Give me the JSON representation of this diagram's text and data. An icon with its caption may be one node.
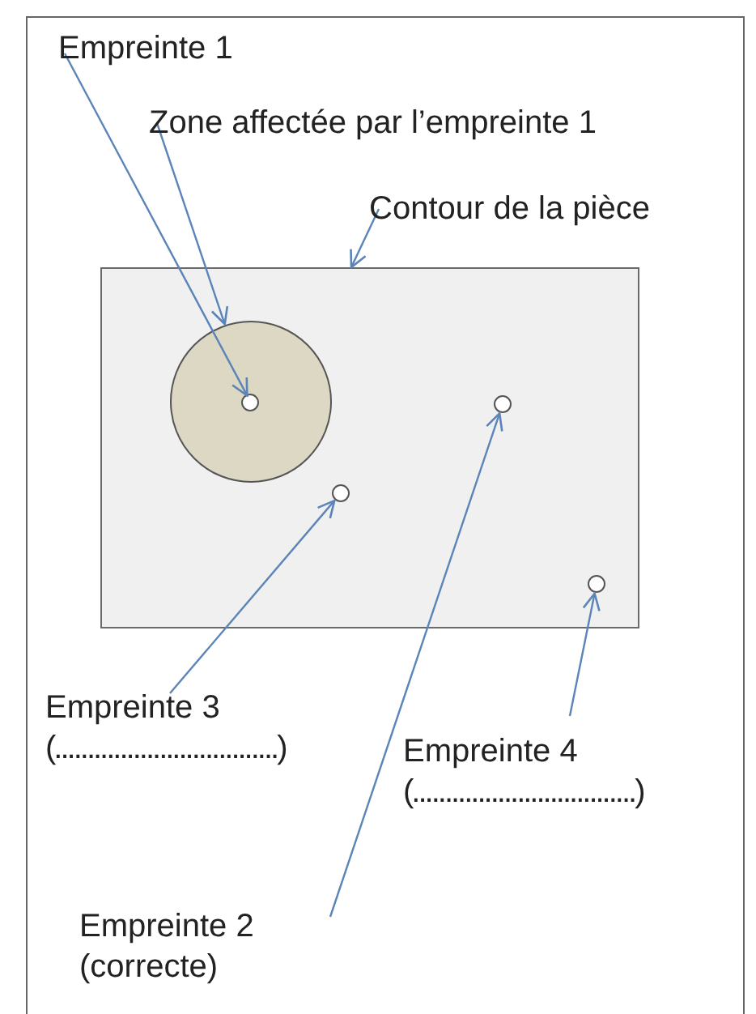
{
  "diagram": {
    "nodes": [
      {
        "text": [
          "Empreinte 1"
        ]
      },
      {
        "text": [
          "Zone affectée par l’empreinte 1"
        ]
      },
      {
        "text": [
          "Contour de la pièce"
        ]
      },
      {
        "text": [],
        "shape": "box"
      },
      {
        "text": [],
        "shape": "circle",
        "in": 3
      },
      {
        "text": [],
        "shape": "circle",
        "in": 4
      },
      {
        "text": [],
        "shape": "circle",
        "in": 3
      },
      {
        "text": [],
        "shape": "circle",
        "in": 3
      },
      {
        "text": [],
        "shape": "circle",
        "in": 3
      },
      {
        "text": [
          "Empreinte 3",
          "(..................................)"
        ]
      },
      {
        "text": [
          "Empreinte 4",
          "(..................................)"
        ]
      },
      {
        "text": [
          "Empreinte 2",
          "(correcte)"
        ]
      }
    ],
    "edges": [
      {
        "from": 0,
        "to": 5,
        "arrow": "to"
      },
      {
        "from": 1,
        "to": 4,
        "arrow": "to"
      },
      {
        "from": 2,
        "to": 3,
        "arrow": "to"
      },
      {
        "from": 9,
        "to": 7,
        "arrow": "to"
      },
      {
        "from": 11,
        "to": 6,
        "arrow": "to"
      },
      {
        "from": 10,
        "to": 8,
        "arrow": "to"
      }
    ]
  }
}
